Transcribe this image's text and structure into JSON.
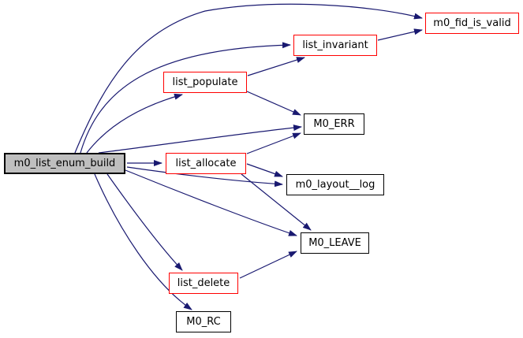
{
  "diagram": {
    "type": "call-graph",
    "root": "m0_list_enum_build",
    "colors": {
      "edge": "#191970",
      "node_border_visited": "#ff0000",
      "node_border_plain": "#000000",
      "root_fill": "#bfbfbf",
      "background": "#ffffff"
    },
    "nodes": [
      {
        "id": "m0_list_enum_build",
        "label": "m0_list_enum_build",
        "style": "root"
      },
      {
        "id": "m0_fid_is_valid",
        "label": "m0_fid_is_valid",
        "style": "red"
      },
      {
        "id": "list_invariant",
        "label": "list_invariant",
        "style": "red"
      },
      {
        "id": "list_populate",
        "label": "list_populate",
        "style": "red"
      },
      {
        "id": "M0_ERR",
        "label": "M0_ERR",
        "style": "black"
      },
      {
        "id": "list_allocate",
        "label": "list_allocate",
        "style": "red"
      },
      {
        "id": "m0_layout__log",
        "label": "m0_layout__log",
        "style": "black"
      },
      {
        "id": "M0_LEAVE",
        "label": "M0_LEAVE",
        "style": "black"
      },
      {
        "id": "list_delete",
        "label": "list_delete",
        "style": "red"
      },
      {
        "id": "M0_RC",
        "label": "M0_RC",
        "style": "black"
      }
    ],
    "edges": [
      {
        "from": "m0_list_enum_build",
        "to": "m0_fid_is_valid"
      },
      {
        "from": "m0_list_enum_build",
        "to": "list_invariant"
      },
      {
        "from": "m0_list_enum_build",
        "to": "list_populate"
      },
      {
        "from": "m0_list_enum_build",
        "to": "M0_ERR"
      },
      {
        "from": "m0_list_enum_build",
        "to": "list_allocate"
      },
      {
        "from": "m0_list_enum_build",
        "to": "m0_layout__log"
      },
      {
        "from": "m0_list_enum_build",
        "to": "M0_LEAVE"
      },
      {
        "from": "m0_list_enum_build",
        "to": "list_delete"
      },
      {
        "from": "m0_list_enum_build",
        "to": "M0_RC"
      },
      {
        "from": "list_invariant",
        "to": "m0_fid_is_valid"
      },
      {
        "from": "list_populate",
        "to": "list_invariant"
      },
      {
        "from": "list_populate",
        "to": "M0_ERR"
      },
      {
        "from": "list_allocate",
        "to": "M0_ERR"
      },
      {
        "from": "list_allocate",
        "to": "m0_layout__log"
      },
      {
        "from": "list_allocate",
        "to": "M0_LEAVE"
      },
      {
        "from": "list_delete",
        "to": "M0_LEAVE"
      }
    ]
  }
}
